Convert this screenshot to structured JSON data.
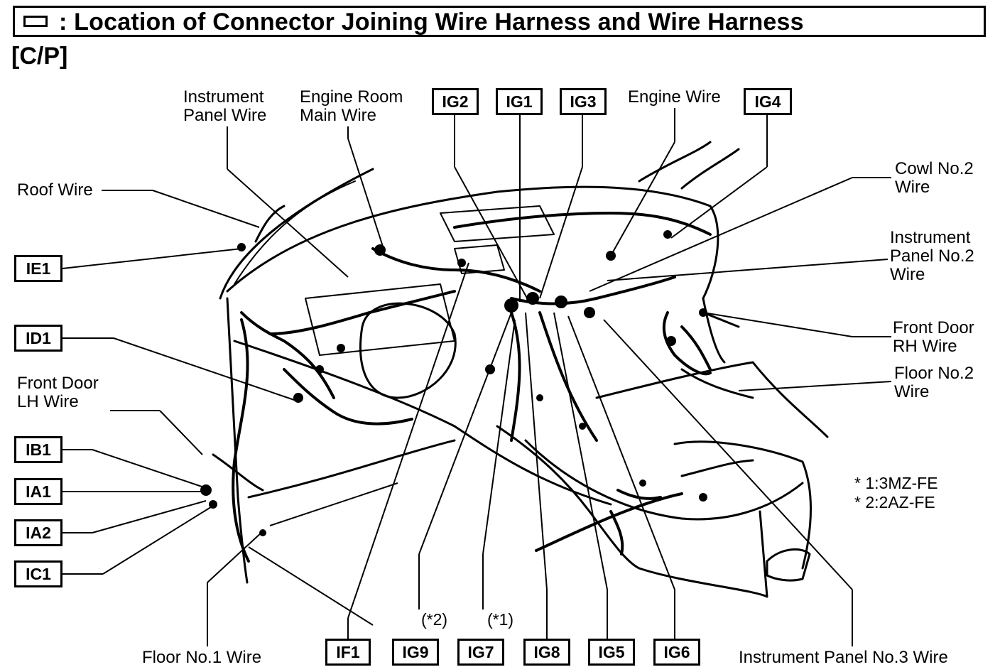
{
  "header": {
    "title": ": Location of Connector Joining Wire Harness and Wire Harness",
    "section": "[C/P]"
  },
  "connectors": {
    "IG2": "IG2",
    "IG1": "IG1",
    "IG3": "IG3",
    "IG4": "IG4",
    "IE1": "IE1",
    "ID1": "ID1",
    "IB1": "IB1",
    "IA1": "IA1",
    "IA2": "IA2",
    "IC1": "IC1",
    "IF1": "IF1",
    "IG9": "IG9",
    "IG7": "IG7",
    "IG8": "IG8",
    "IG5": "IG5",
    "IG6": "IG6"
  },
  "wire_labels": {
    "instrument_panel_wire": [
      "Instrument",
      "Panel Wire"
    ],
    "engine_room_main_wire": [
      "Engine Room",
      "Main Wire"
    ],
    "engine_wire": [
      "Engine Wire"
    ],
    "roof_wire": [
      "Roof Wire"
    ],
    "cowl_no2_wire": [
      "Cowl No.2",
      "Wire"
    ],
    "instrument_panel_no2_wire": [
      "Instrument",
      "Panel No.2",
      "Wire"
    ],
    "front_door_rh_wire": [
      "Front Door",
      "RH Wire"
    ],
    "floor_no2_wire": [
      "Floor No.2",
      "Wire"
    ],
    "front_door_lh_wire": [
      "Front Door",
      "LH Wire"
    ],
    "floor_no1_wire": [
      "Floor No.1 Wire"
    ],
    "instrument_panel_no3_wire": [
      "Instrument Panel No.3 Wire"
    ]
  },
  "notes": {
    "engine1": "* 1:3MZ-FE",
    "engine2": "* 2:2AZ-FE",
    "ig9_tag": "(*2)",
    "ig7_tag": "(*1)"
  }
}
